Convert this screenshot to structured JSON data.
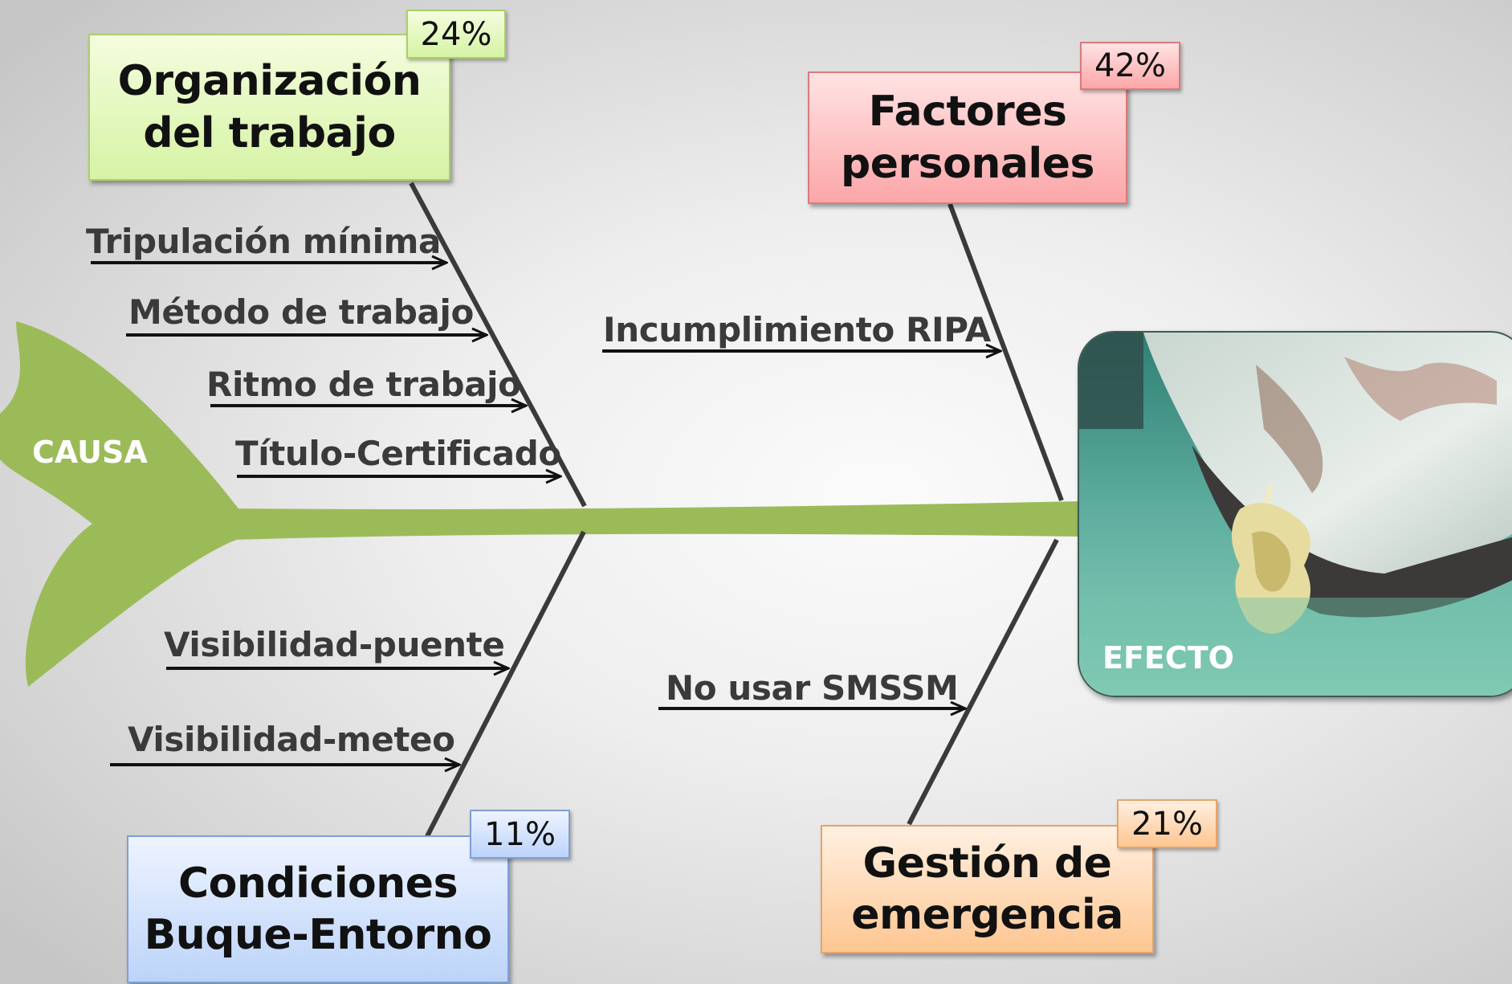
{
  "diagram": {
    "cause_label": "CAUSA",
    "effect_label": "EFECTO",
    "colors": {
      "spine": "#9bbb59",
      "bones": "#3a3a3a",
      "cause_text": "#3a3a3a",
      "green_box": "#d6f3a4",
      "red_box": "#fca6a8",
      "blue_box": "#bcd3f9",
      "orange_box": "#fec691"
    },
    "categories": [
      {
        "id": "org",
        "lines": [
          "Organización",
          "del trabajo"
        ],
        "percent": "24%",
        "color": "green"
      },
      {
        "id": "fact",
        "lines": [
          "Factores",
          "personales"
        ],
        "percent": "42%",
        "color": "red"
      },
      {
        "id": "cond",
        "lines": [
          "Condiciones",
          "Buque-Entorno"
        ],
        "percent": "11%",
        "color": "blue"
      },
      {
        "id": "gest",
        "lines": [
          "Gestión de",
          "emergencia"
        ],
        "percent": "21%",
        "color": "orange"
      }
    ],
    "causes": {
      "org": [
        "Tripulación mínima",
        "Método de trabajo",
        "Ritmo de trabajo",
        "Título-Certificado"
      ],
      "fact": [
        "Incumplimiento RIPA"
      ],
      "cond": [
        "Visibilidad-puente",
        "Visibilidad-meteo"
      ],
      "gest": [
        "No usar SMSSM"
      ]
    }
  }
}
